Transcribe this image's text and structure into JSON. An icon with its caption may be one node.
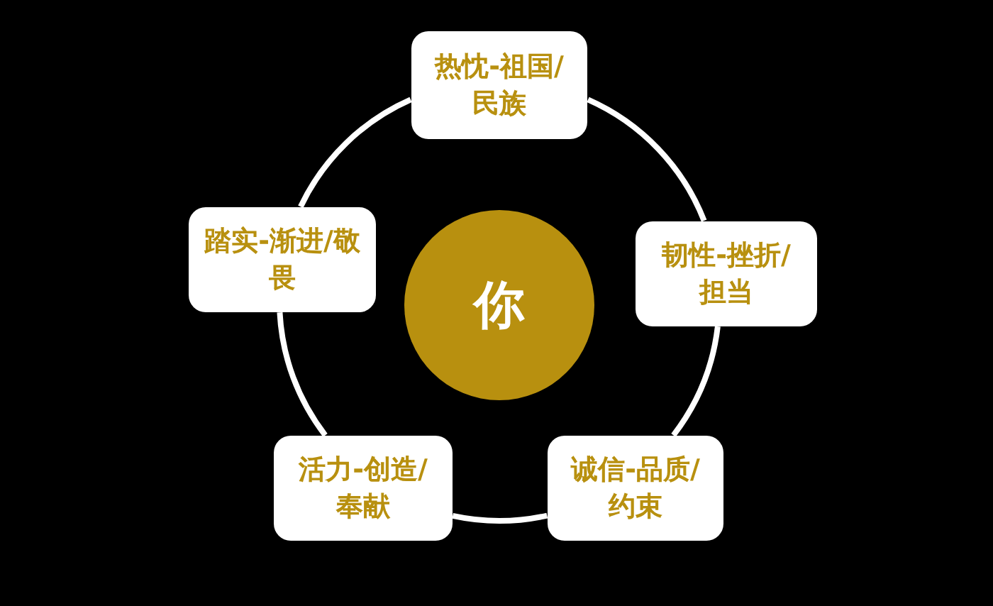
{
  "diagram": {
    "nodes": [
      {
        "text": [
          "你"
        ]
      },
      {
        "text": [
          "热忱-祖国/民族"
        ]
      },
      {
        "text": [
          "韧性-挫折/担当"
        ]
      },
      {
        "text": [
          "诚信-品质/约束"
        ]
      },
      {
        "text": [
          "活力-创造/奉献"
        ]
      },
      {
        "text": [
          "踏实-渐进/敬畏"
        ]
      }
    ],
    "edges": [
      {
        "from": 1,
        "to": 2,
        "arrow": "none"
      },
      {
        "from": 2,
        "to": 3,
        "arrow": "none"
      },
      {
        "from": 3,
        "to": 4,
        "arrow": "none"
      },
      {
        "from": 4,
        "to": 5,
        "arrow": "none"
      },
      {
        "from": 5,
        "to": 1,
        "arrow": "none"
      }
    ]
  }
}
